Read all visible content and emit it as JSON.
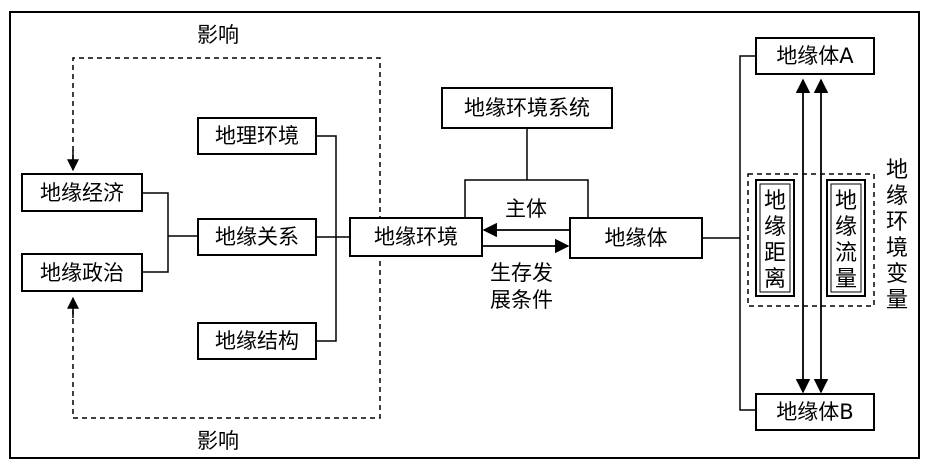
{
  "labels": {
    "influence_top": "影响",
    "influence_bottom": "影响",
    "subject": "主体",
    "survival_line1": "生存发",
    "survival_line2": "展条件"
  },
  "boxes": {
    "geo_economy": "地缘经济",
    "geo_politics": "地缘政治",
    "physical_env": "地理环境",
    "geo_relations": "地缘关系",
    "geo_structure": "地缘结构",
    "geo_environment": "地缘环境",
    "geo_env_system": "地缘环境系统",
    "geo_entity": "地缘体",
    "geo_entity_a": "地缘体A",
    "geo_entity_b": "地缘体B",
    "geo_distance": [
      "地",
      "缘",
      "距",
      "离"
    ],
    "geo_flow": [
      "地",
      "缘",
      "流",
      "量"
    ]
  },
  "side_label": [
    "地",
    "缘",
    "环",
    "境",
    "变",
    "量"
  ]
}
